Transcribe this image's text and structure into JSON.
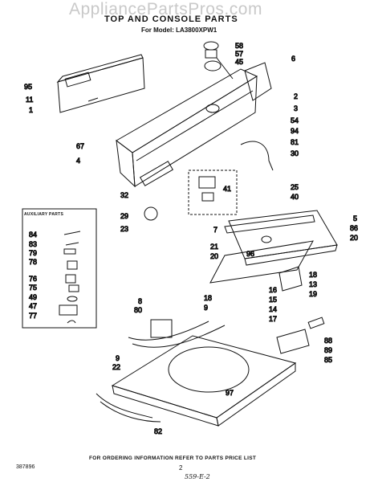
{
  "watermark": "AppliancePartsPros.com",
  "header": {
    "title": "TOP AND CONSOLE PARTS",
    "model": "For Model: LA3800XPW1"
  },
  "aux_box": {
    "title": "AUXILIARY PARTS"
  },
  "callouts": {
    "c58": "58",
    "c57": "57",
    "c45": "45",
    "c6": "6",
    "c95": "95",
    "c11": "11",
    "c1": "1",
    "c2": "2",
    "c3": "3",
    "c54": "54",
    "c94": "94",
    "c67": "67",
    "c4": "4",
    "c81": "81",
    "c30": "30",
    "c25": "25",
    "c40": "40",
    "c41": "41",
    "c32": "32",
    "c29": "29",
    "c23": "23",
    "c7": "7",
    "c5": "5",
    "c86": "86",
    "c20a": "20",
    "c21": "21",
    "c20b": "20",
    "c96": "96",
    "c18a": "18",
    "c13": "13",
    "c19a": "19",
    "c8": "8",
    "c80": "80",
    "c18b": "18",
    "c9a": "9",
    "c16": "16",
    "c15": "15",
    "c14": "14",
    "c17": "17",
    "c9b": "9",
    "c22": "22",
    "c88": "88",
    "c89": "89",
    "c85": "85",
    "c97": "97",
    "c82": "82",
    "c84": "84",
    "c83": "83",
    "c79": "79",
    "c78": "78",
    "c76": "76",
    "c75": "75",
    "c49": "49",
    "c47": "47",
    "c77": "77"
  },
  "footer": {
    "ordering": "FOR ORDERING INFORMATION REFER TO PARTS PRICE LIST",
    "doc_number": "387896",
    "page": "2",
    "handwritten": "559-E-2"
  }
}
